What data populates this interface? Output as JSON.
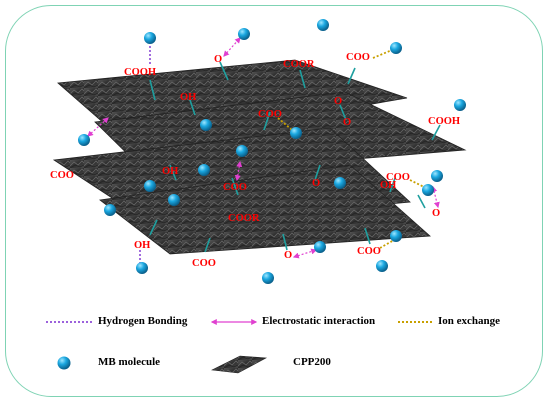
{
  "labels": {
    "cooh": "COOH",
    "coor": "COOR",
    "coo": "COO",
    "oh": "OH",
    "o": "O",
    "coo_partial": "COO",
    "oh_partial": "OH"
  },
  "legend": {
    "hydrogen_bonding": "Hydrogen Bonding",
    "electrostatic": "Electrostatic interaction",
    "ion_exchange": "Ion exchange",
    "mb_molecule": "MB molecule",
    "cpp200": "CPP200"
  },
  "colors": {
    "frame": "#7fd3b4",
    "sheet": "#3a3a3a",
    "label": "#ff0000",
    "hydrogen_bond": "#7b2fd0",
    "electrostatic": "#e040d0",
    "ion_exchange": "#c8a000",
    "mb_molecule": "#1aa7e0",
    "bond": "#1f9f9f"
  },
  "icons": {
    "mb_molecule": "blue-sphere",
    "cpp200": "dark-sheet"
  }
}
